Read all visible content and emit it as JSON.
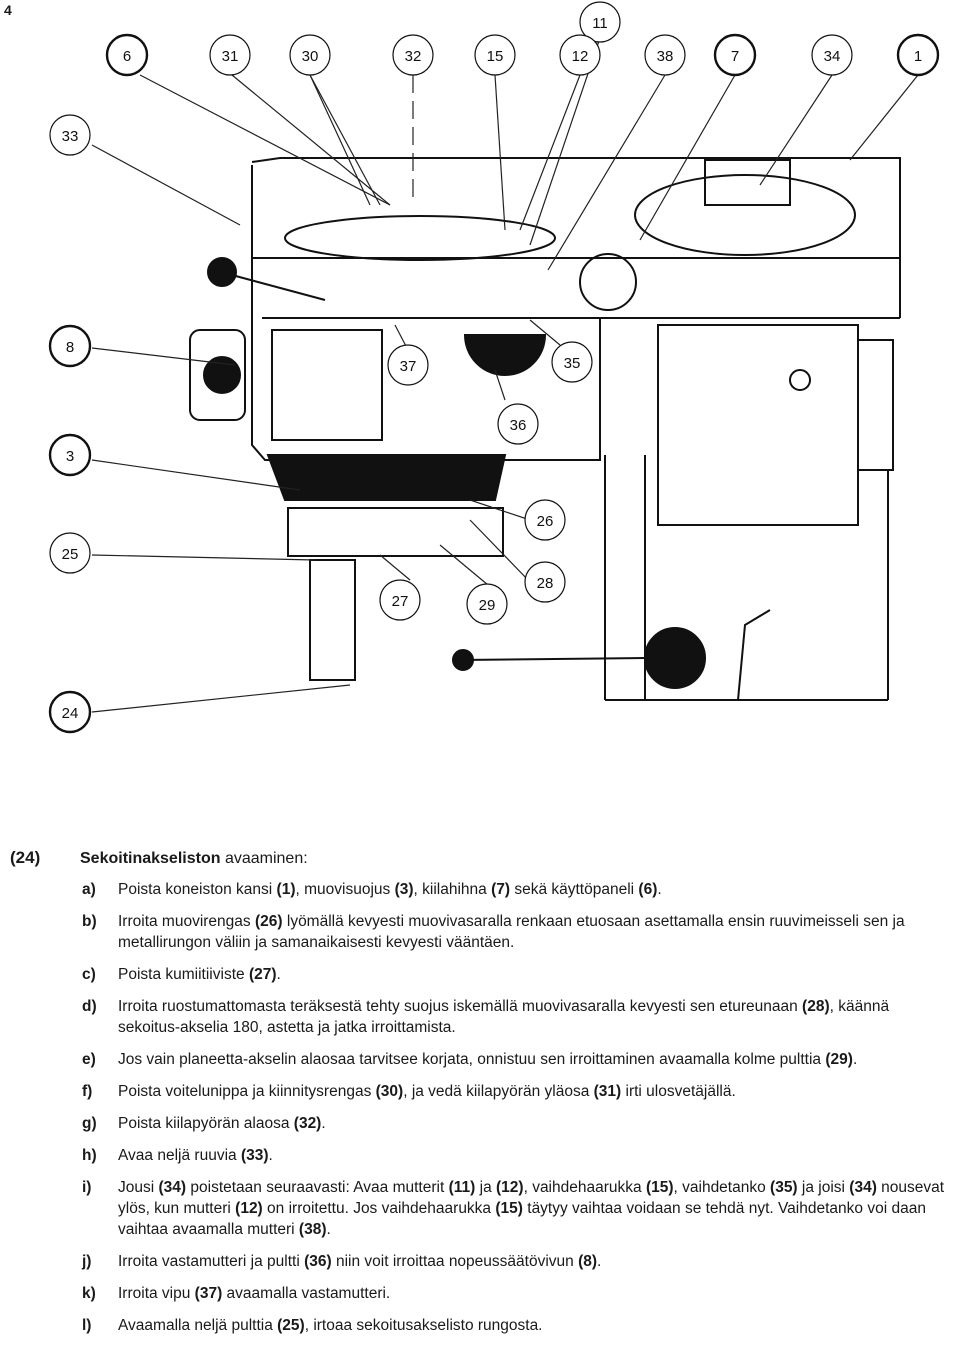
{
  "page": {
    "number": "4"
  },
  "callouts": [
    "11",
    "6",
    "31",
    "30",
    "32",
    "15",
    "12",
    "38",
    "7",
    "34",
    "1",
    "33",
    "8",
    "37",
    "35",
    "36",
    "3",
    "26",
    "25",
    "27",
    "29",
    "28",
    "24"
  ],
  "section": {
    "number": "(24)",
    "title_bold": "Sekoitinakseliston",
    "title_rest": " avaaminen:"
  },
  "steps": [
    {
      "letter": "a)",
      "html": "Poista koneiston kansi <b>(1)</b>, muovisuojus <b>(3)</b>, kiilahihna <b>(7)</b> sekä käyttöpaneli <b>(6)</b>."
    },
    {
      "letter": "b)",
      "html": "Irroita muovirengas <b>(26)</b> lyömällä kevyesti muovivasaralla renkaan etuosaan asettamalla ensin ruuvimeisseli sen ja metallirungon väliin ja samanaikaisesti kevyesti vääntäen."
    },
    {
      "letter": "c)",
      "html": "Poista kumiitiiviste <b>(27)</b>."
    },
    {
      "letter": "d)",
      "html": "Irroita ruostumattomasta teräksestä tehty suojus iskemällä muovivasaralla kevyesti sen etureunaan <b>(28)</b>, käännä sekoitus-akselia 180, astetta ja jatka irroittamista."
    },
    {
      "letter": "e)",
      "html": "Jos vain planeetta-akselin alaosaa tarvitsee korjata, onnistuu sen irroittaminen avaamalla kolme pulttia <b>(29)</b>."
    },
    {
      "letter": "f)",
      "html": "Poista voitelunippa ja kiinnitysrengas <b>(30)</b>, ja vedä kiilapyörän yläosa <b>(31)</b> irti ulosvetäjällä."
    },
    {
      "letter": "g)",
      "html": "Poista kiilapyörän alaosa <b>(32)</b>."
    },
    {
      "letter": "h)",
      "html": "Avaa neljä ruuvia <b>(33)</b>."
    },
    {
      "letter": "i)",
      "html": "Jousi <b>(34)</b> poistetaan seuraavasti: Avaa mutterit <b>(11)</b> ja <b>(12)</b>, vaihdehaarukka <b>(15)</b>, vaihdetanko <b>(35)</b> ja joisi <b>(34)</b> nousevat ylös, kun mutteri <b>(12)</b> on irroitettu. Jos vaihdehaarukka <b>(15)</b> täytyy vaihtaa voidaan se tehdä nyt. Vaihdetanko voi daan vaihtaa avaamalla mutteri <b>(38)</b>."
    },
    {
      "letter": "j)",
      "html": "Irroita vastamutteri ja pultti <b>(36)</b> niin voit irroittaa nopeussäätövivun <b>(8)</b>."
    },
    {
      "letter": "k)",
      "html": "Irroita vipu <b>(37)</b> avaamalla vastamutteri."
    },
    {
      "letter": "l)",
      "html": "Avaamalla neljä pulttia <b>(25)</b>, irtoaa sekoitusakselisto rungosta."
    }
  ]
}
